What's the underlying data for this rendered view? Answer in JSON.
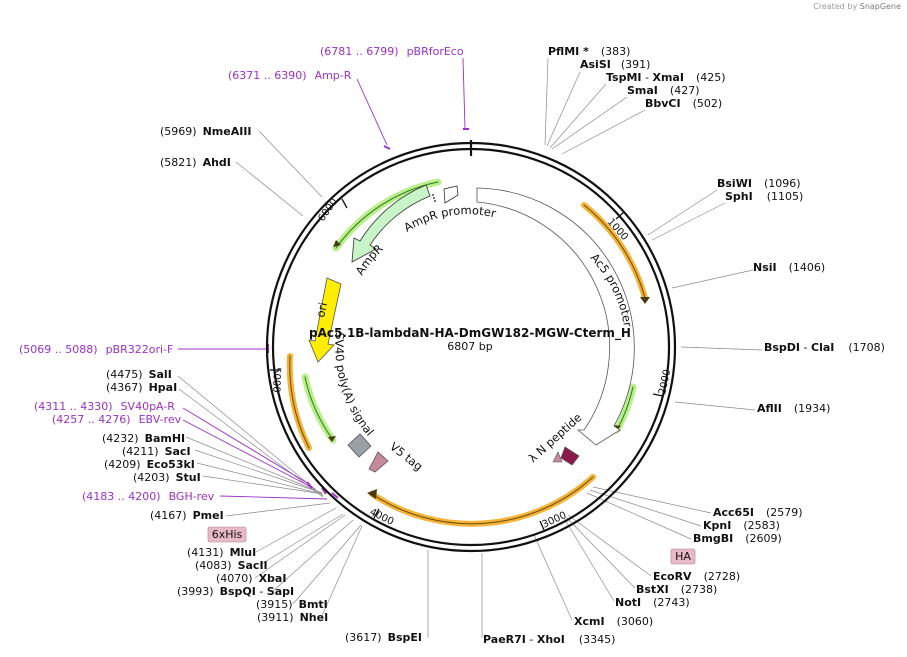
{
  "credit": {
    "prefix": "Created by",
    "brand": "SnapGene"
  },
  "plasmid": {
    "name": "pAc5.1B-lambdaN-HA-DmGW182-MGW-Cterm_H",
    "size": "6807 bp",
    "length": 6807
  },
  "ticks": [
    "1000",
    "2000",
    "3000",
    "4000",
    "5000",
    "6000"
  ],
  "enzymes": [
    {
      "name": "PflMI",
      "extra": " *",
      "pos": "(383)"
    },
    {
      "name": "AsiSI",
      "pos": "(391)"
    },
    {
      "name": "TspMI",
      "extra": " - ",
      "name2": "XmaI",
      "pos": "(425)"
    },
    {
      "name": "SmaI",
      "pos": "(427)"
    },
    {
      "name": "BbvCI",
      "pos": "(502)"
    },
    {
      "name": "BsiWI",
      "pos": "(1096)"
    },
    {
      "name": "SphI",
      "pos": "(1105)"
    },
    {
      "name": "NsiI",
      "pos": "(1406)"
    },
    {
      "name": "BspDI",
      "extra": " - ",
      "name2": "ClaI",
      "pos": "(1708)"
    },
    {
      "name": "AflII",
      "pos": "(1934)"
    },
    {
      "name": "Acc65I",
      "pos": "(2579)"
    },
    {
      "name": "KpnI",
      "pos": "(2583)"
    },
    {
      "name": "BmgBI",
      "pos": "(2609)"
    },
    {
      "name": "EcoRV",
      "pos": "(2728)"
    },
    {
      "name": "BstXI",
      "pos": "(2738)"
    },
    {
      "name": "NotI",
      "pos": "(2743)"
    },
    {
      "name": "XcmI",
      "pos": "(3060)"
    },
    {
      "name": "PaeR7I",
      "extra": " - ",
      "name2": "XhoI",
      "pos": "(3345)"
    },
    {
      "name": "BspEI",
      "pos": "(3617)"
    },
    {
      "name": "NheI",
      "pos": "(3911)"
    },
    {
      "name": "BmtI",
      "pos": "(3915)"
    },
    {
      "name": "BspQI",
      "extra": " - ",
      "name2": "SapI",
      "pos": "(3993)"
    },
    {
      "name": "XbaI",
      "pos": "(4070)"
    },
    {
      "name": "SacII",
      "pos": "(4083)"
    },
    {
      "name": "MluI",
      "pos": "(4131)"
    },
    {
      "name": "PmeI",
      "pos": "(4167)"
    },
    {
      "name": "StuI",
      "pos": "(4203)"
    },
    {
      "name": "Eco53kI",
      "pos": "(4209)"
    },
    {
      "name": "SacI",
      "pos": "(4211)"
    },
    {
      "name": "BamHI",
      "pos": "(4232)"
    },
    {
      "name": "HpaI",
      "pos": "(4367)"
    },
    {
      "name": "SalI",
      "pos": "(4475)"
    },
    {
      "name": "AhdI",
      "pos": "(5821)"
    },
    {
      "name": "NmeAIII",
      "pos": "(5969)"
    }
  ],
  "primers": [
    {
      "range": "(6781 .. 6799)",
      "name": "pBRforEco"
    },
    {
      "range": "(6371 .. 6390)",
      "name": "Amp-R"
    },
    {
      "range": "(5069 .. 5088)",
      "name": "pBR322ori-F"
    },
    {
      "range": "(4311 .. 4330)",
      "name": "SV40pA-R"
    },
    {
      "range": "(4257 .. 4276)",
      "name": "EBV-rev"
    },
    {
      "range": "(4183 .. 4200)",
      "name": "BGH-rev"
    }
  ],
  "features": {
    "ampr_promoter": "AmpR promoter",
    "ampr": "AmpR",
    "ori": "ori",
    "ac5_promoter": "Ac5 promoter",
    "sv40": "SV40 poly(A) signal",
    "v5": "V5 tag",
    "lambda_n": "λ N peptide",
    "tag_6xhis": "6xHis",
    "tag_ha": "HA"
  },
  "colors": {
    "orf": "#f5b335",
    "ampr": "#c8f5c8",
    "ori": "#ffee00",
    "promoter": "#ffffff",
    "terminator": "#9aa0a6",
    "lambda": "#8b1a4a",
    "v5": "#c78a99",
    "primer": "#9b30c8",
    "green_arc": "#5fbf3a"
  }
}
